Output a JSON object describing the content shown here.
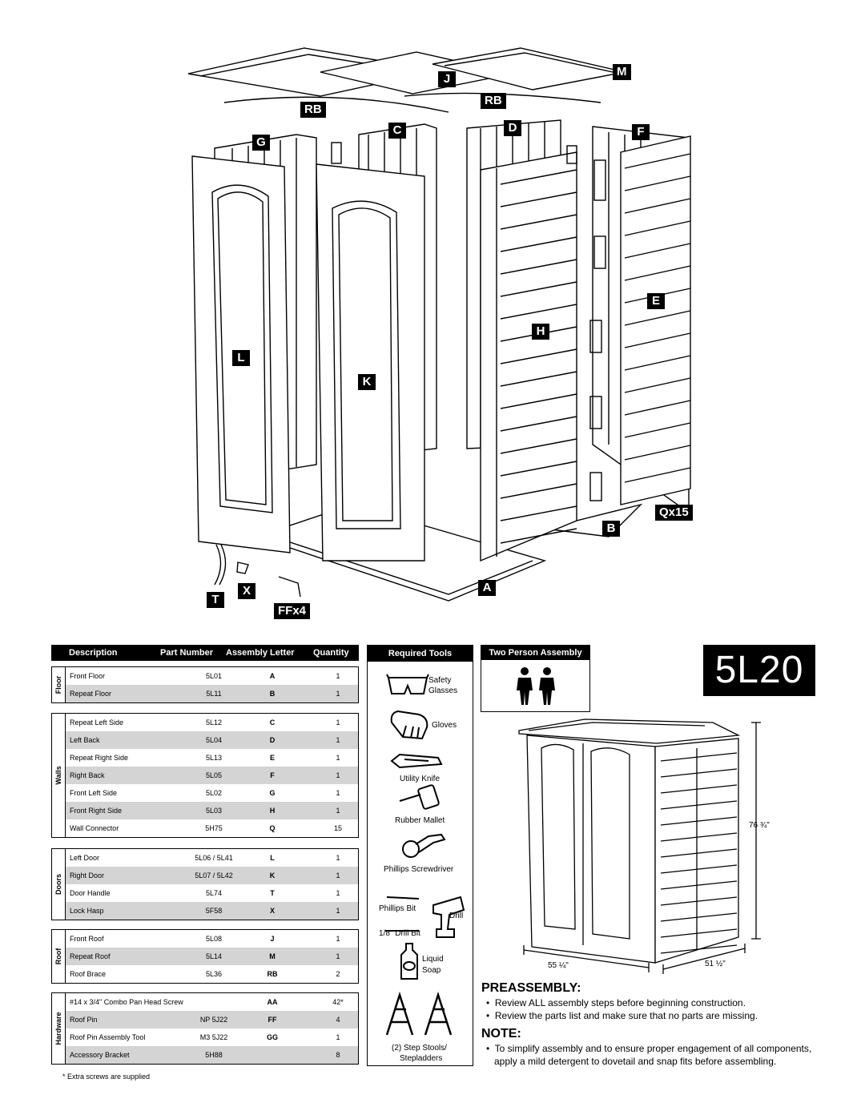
{
  "diagram": {
    "labels": [
      "J",
      "M",
      "RB",
      "RB",
      "G",
      "C",
      "D",
      "F",
      "E",
      "H",
      "L",
      "K",
      "Qx15",
      "B",
      "T",
      "X",
      "A",
      "FFx4"
    ]
  },
  "table": {
    "headers": {
      "description": "Description",
      "part_number": "Part Number",
      "assembly_letter": "Assembly Letter",
      "quantity": "Quantity"
    },
    "groups": [
      {
        "name": "Floor",
        "rows": [
          {
            "desc": "Front Floor",
            "part": "5L01",
            "letter": "A",
            "qty": "1"
          },
          {
            "desc": "Repeat Floor",
            "part": "5L11",
            "letter": "B",
            "qty": "1"
          }
        ]
      },
      {
        "name": "Walls",
        "rows": [
          {
            "desc": "Repeat Left Side",
            "part": "5L12",
            "letter": "C",
            "qty": "1"
          },
          {
            "desc": "Left Back",
            "part": "5L04",
            "letter": "D",
            "qty": "1"
          },
          {
            "desc": "Repeat Right Side",
            "part": "5L13",
            "letter": "E",
            "qty": "1"
          },
          {
            "desc": "Right Back",
            "part": "5L05",
            "letter": "F",
            "qty": "1"
          },
          {
            "desc": "Front Left Side",
            "part": "5L02",
            "letter": "G",
            "qty": "1"
          },
          {
            "desc": "Front Right Side",
            "part": "5L03",
            "letter": "H",
            "qty": "1"
          },
          {
            "desc": "Wall Connector",
            "part": "5H75",
            "letter": "Q",
            "qty": "15"
          }
        ]
      },
      {
        "name": "Doors",
        "rows": [
          {
            "desc": "Left Door",
            "part": "5L06 / 5L41",
            "letter": "L",
            "qty": "1"
          },
          {
            "desc": "Right Door",
            "part": "5L07 / 5L42",
            "letter": "K",
            "qty": "1"
          },
          {
            "desc": "Door Handle",
            "part": "5L74",
            "letter": "T",
            "qty": "1"
          },
          {
            "desc": "Lock Hasp",
            "part": "5F58",
            "letter": "X",
            "qty": "1"
          }
        ]
      },
      {
        "name": "Roof",
        "rows": [
          {
            "desc": "Front Roof",
            "part": "5L08",
            "letter": "J",
            "qty": "1"
          },
          {
            "desc": "Repeat Roof",
            "part": "5L14",
            "letter": "M",
            "qty": "1"
          },
          {
            "desc": "Roof Brace",
            "part": "5L36",
            "letter": "RB",
            "qty": "2"
          }
        ]
      },
      {
        "name": "Hardware",
        "rows": [
          {
            "desc": "#14 x 3/4\" Combo Pan Head Screw",
            "part": "",
            "letter": "AA",
            "qty": "42*"
          },
          {
            "desc": "Roof Pin",
            "part": "NP 5J22",
            "letter": "FF",
            "qty": "4"
          },
          {
            "desc": "Roof Pin Assembly Tool",
            "part": "M3 5J22",
            "letter": "GG",
            "qty": "1"
          },
          {
            "desc": "Accessory Bracket",
            "part": "5H88",
            "letter": "",
            "qty": "8"
          }
        ]
      }
    ],
    "footnote": "* Extra screws are supplied"
  },
  "tools": {
    "title": "Required Tools",
    "safety_1": "Safety",
    "safety_2": "Glasses",
    "gloves": "Gloves",
    "knife": "Utility Knife",
    "mallet": "Rubber Mallet",
    "screwdriver": "Phillips Screwdriver",
    "phillips_bit": "Phillips Bit",
    "drill_bit": "1/8\" Drill Bit",
    "drill": "Drill",
    "soap_1": "Liquid",
    "soap_2": "Soap",
    "stools_1": "(2) Step Stools/",
    "stools_2": "Stepladders"
  },
  "two_person": {
    "title": "Two Person Assembly"
  },
  "model": "5L20",
  "dimensions": {
    "height": "76 ¾\"",
    "width": "55 ¼\"",
    "depth": "51 ½\""
  },
  "preassembly": {
    "title": "PREASSEMBLY:",
    "bullets": [
      "Review ALL assembly steps before beginning construction.",
      "Review the parts list and make sure that no parts are missing."
    ]
  },
  "note": {
    "title": "NOTE:",
    "line1": "To simplify assembly and to ensure proper engagement of all components,",
    "line2": "apply a mild detergent to dovetail and snap fits before assembling."
  }
}
